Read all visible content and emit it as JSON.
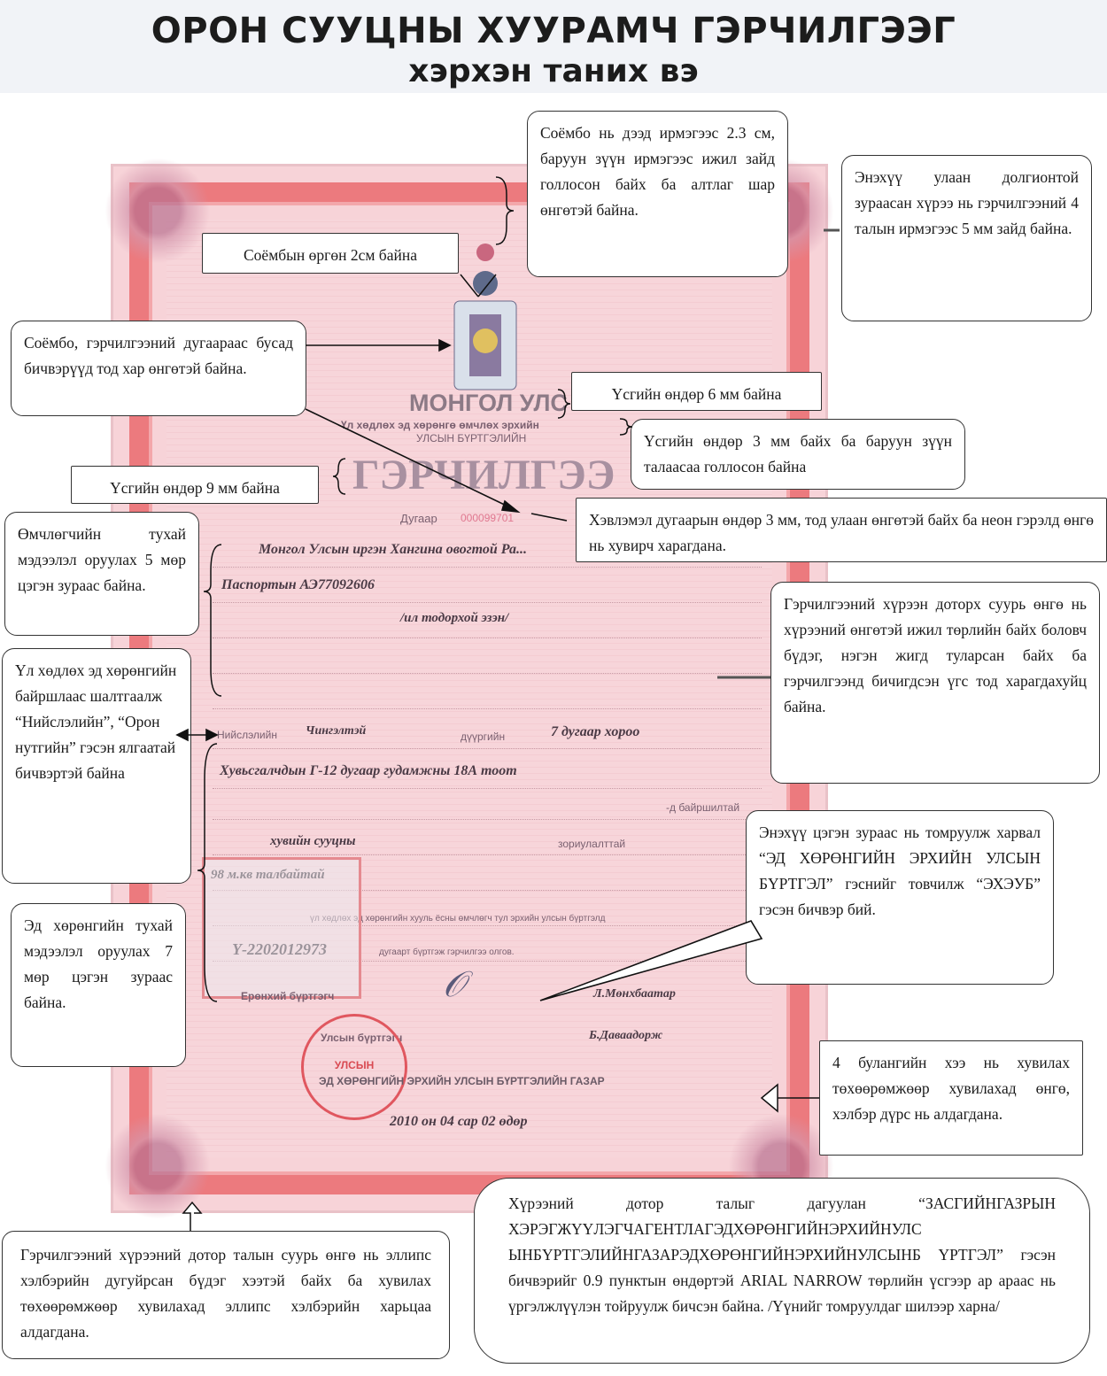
{
  "header": {
    "title_line1": "ОРОН СУУЦНЫ ХУУРАМЧ ГЭРЧИЛГЭЭГ",
    "title_line2": "хэрхэн таних вэ"
  },
  "certificate": {
    "country": "МОНГОЛ УЛС",
    "subtitle_line1": "Үл хөдлөх эд хөрөнгө өмчлөх эрхийн",
    "subtitle_line2": "УЛСЫН БҮРТГЭЛИЙН",
    "main_title": "ГЭРЧИЛГЭЭ",
    "number_label": "Дугаар",
    "number_value": "000099701",
    "owner_line": "Монгол Улсын иргэн Хангина овогтой Ра...",
    "passport_line": "Паспортын АЭ77092606",
    "owner_caption": "/ил тодорхой эзэн/",
    "capital_label": "Нийслэлийн",
    "district_value": "Чингэлтэй",
    "district_label": "дүүргийн",
    "khoroo_value": "7 дугаар хороо",
    "address_line": "Хувьсгалчдын Г-12 дугаар гудамжны 18А тоот",
    "location_label": "-д байршилтай",
    "purpose_value": "хувийн сууцны",
    "purpose_label": "зориулалттай",
    "area_value": "98 м.кв талбайтай",
    "owner_statement": "үл хөдлөх эд хөрөнгийн хууль ёсны өмчлөгч тул эрхийн улсын бүртгэлд",
    "registry_number": "Ү-2202012973",
    "registry_statement": "дугаарт бүртгэж гэрчилгээ олгов.",
    "chief_registrar_label": "Ерөнхий бүртгэгч",
    "chief_registrar_name": "Л.Мөнхбаатар",
    "state_registrar_label": "Улсын бүртгэгч",
    "state_registrar_name": "Б.Даваадорж",
    "agency": "ЭД ХӨРӨНГИЙН ЭРХИЙН УЛСЫН БҮРТГЭЛИЙН ГАЗАР",
    "date": "2010 он 04 сар 02 өдөр",
    "stamp_text": "УЛСЫН"
  },
  "callouts": {
    "soyombo_position": "Соёмбо нь дээд ирмэгээс 2.3 см, баруун зүүн ирмэгээс ижил зайд голлосон байх ба алтлаг шар өнгөтэй байна.",
    "red_frame": "Энэхүү улаан долгионтой зураасан хүрээ нь гэрчилгээний 4 талын ирмэгээс 5 мм зайд байна.",
    "soyombo_width": "Соёмбын өргөн 2см байна",
    "black_text": "Соёмбо, гэрчилгээний дугаараас бусад бичвэрүүд тод хар өнгөтэй байна.",
    "height_6mm": "Үсгийн өндөр 6 мм байна",
    "height_3mm": "Үсгийн өндөр 3 мм байх ба баруун зүүн талаасаа голлосон байна",
    "height_9mm": "Үсгийн өндөр 9 мм байна",
    "printed_number": "Хэвлэмэл дугаарын өндөр 3 мм, тод улаан өнгөтэй байх ба неон гэрэлд өнгө нь хувирч харагдана.",
    "owner_lines": "Өмчлөгчийн тухай мэдээлэл оруулах 5 мөр цэгэн зураас байна.",
    "background": "Гэрчилгээний хүрээн доторх суурь өнгө нь хүрээний өнгөтэй ижил төрлийн байх боловч бүдэг, нэгэн жигд туларсан байх ба гэрчилгээнд бичигдсэн үгс тод харагдахуйц байна.",
    "location_text": "Үл хөдлөх эд хөрөнгийн байршлаас шалтгаалж “Нийслэлийн”, “Орон нутгийн” гэсэн ялгаатай бичвэртэй байна",
    "dotted_line": "Энэхүү цэгэн зураас нь томруулж харвал “ЭД ХӨРӨНГИЙН ЭРХИЙН УЛСЫН БҮРТГЭЛ” гэснийг товчилж “ЭХЭУБ” гэсэн бичвэр бий.",
    "property_lines": "Эд хөрөнгийн тухай мэдээлэл оруулах 7 мөр цэгэн зураас байна.",
    "corners": "4 булангийн хээ нь хувилах төхөөрөмжөөр хувилахад өнгө, хэлбэр дүрс нь алдагдана.",
    "microtext": "Хүрээний дотор талыг дагуулан “ЗАСГИЙНГАЗРЫН ХЭРЭГЖҮҮЛЭГЧАГЕНТЛАГЭДХӨРӨНГИЙНЭРХИЙНУЛС ЫНБҮРТГЭЛИЙНГАЗАРЭДХӨРӨНГИЙНЭРХИЙНУЛСЫНБ ҮРТГЭЛ” гэсэн бичвэрийг 0.9 пунктын өндөртэй ARIAL NARROW төрлийн үсгээр ар араас нь үргэлжлүүлэн тойруулж бичсэн байна. /Үүнийг томруулдаг шилээр харна/",
    "ellipse_pattern": "Гэрчилгээний хүрээний дотор талын суурь өнгө нь эллипс хэлбэрийн дугуйрсан бүдэг хээтэй байх ба хувилах төхөөрөмжөөр хувилахад эллипс хэлбэрийн харьцаа алдагдана."
  }
}
